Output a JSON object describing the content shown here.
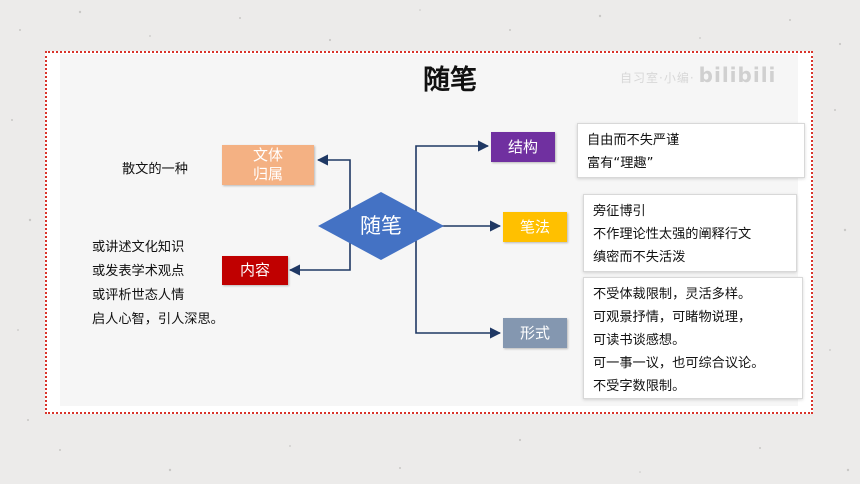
{
  "title": "随笔",
  "watermark": {
    "text": "自习室·小编·",
    "brand": "bilibili"
  },
  "center": {
    "label": "随笔",
    "color": "#4472c4"
  },
  "left_nodes": [
    {
      "id": "genre",
      "lines": [
        "文体",
        "归属"
      ],
      "color": "#f4b183"
    },
    {
      "id": "content",
      "lines": [
        "内容"
      ],
      "color": "#c00000"
    }
  ],
  "right_nodes": [
    {
      "id": "structure",
      "label": "结构",
      "color": "#7030a0"
    },
    {
      "id": "style",
      "label": "笔法",
      "color": "#ffc000"
    },
    {
      "id": "form",
      "label": "形式",
      "color": "#8497b0"
    }
  ],
  "genre_desc": [
    "散文的一种"
  ],
  "content_desc": [
    "或讲述文化知识",
    "或发表学术观点",
    "或评析世态人情",
    "启人心智，引人深思。"
  ],
  "structure_desc": [
    "自由而不失严谨",
    "富有“理趣”"
  ],
  "style_desc": [
    "旁征博引",
    "不作理论性太强的阐释行文",
    "缜密而不失活泼"
  ],
  "form_desc": [
    "不受体裁限制，灵活多样。",
    "可观景抒情，可睹物说理，",
    "可读书谈感想。",
    "可一事一议，也可综合议论。",
    "不受字数限制。"
  ]
}
